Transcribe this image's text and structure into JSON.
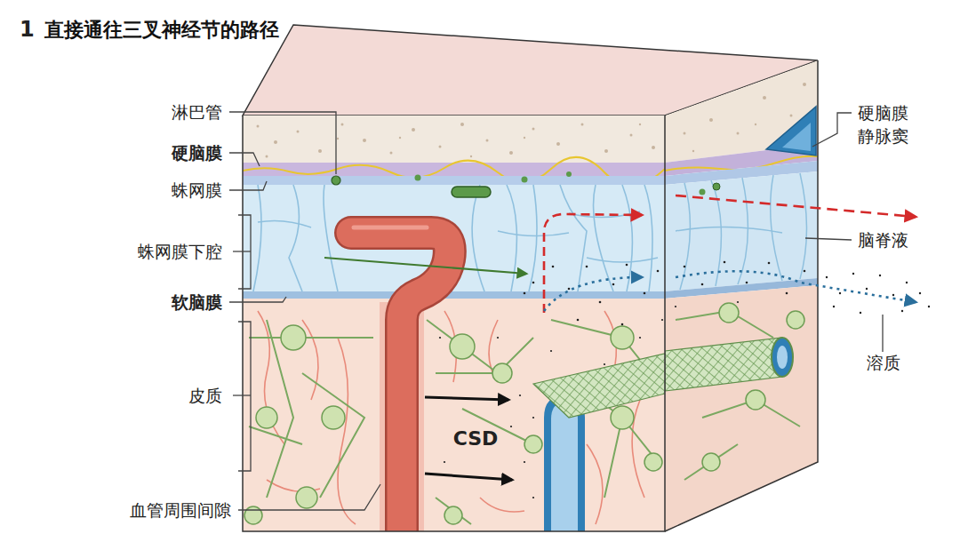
{
  "diagram": {
    "title": "直接通往三叉神经节的路径",
    "labels": [
      "1",
      "淋巴管",
      "硬脑膜",
      "蛛网膜",
      "蛛网膜下腔",
      "软脑膜",
      "皮质",
      "血管周围间隙",
      "硬脑膜 静脉窦",
      "脑脊液",
      "溶质",
      "CSD"
    ]
  }
}
